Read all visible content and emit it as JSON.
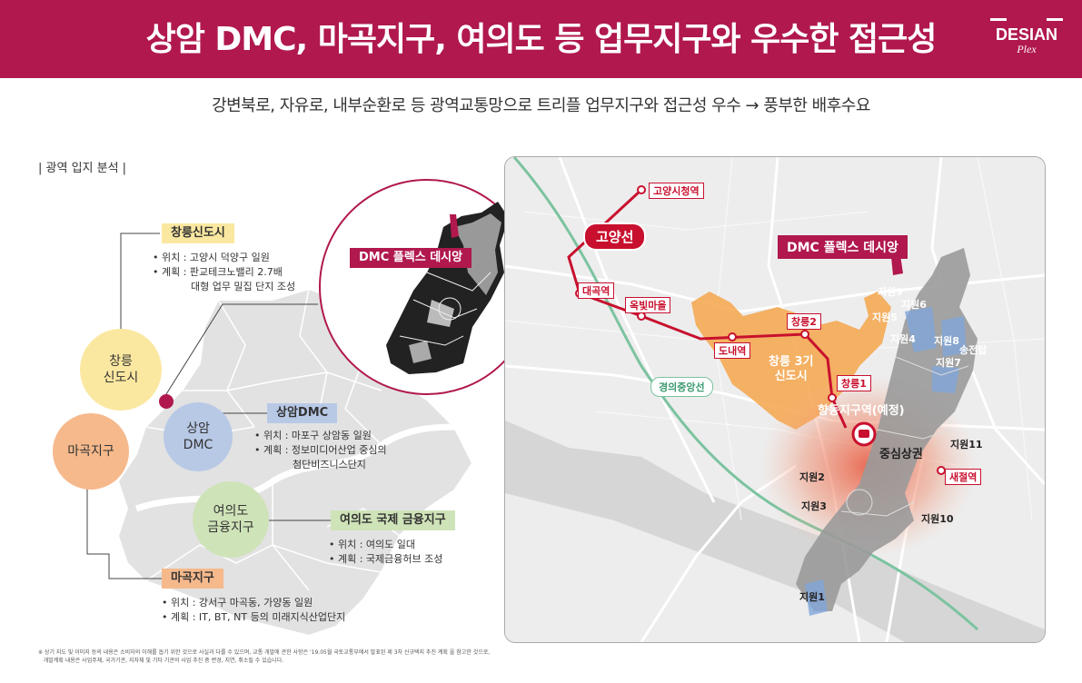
{
  "header": {
    "title": "상암 DMC, 마곡지구, 여의도 등 업무지구와 우수한 접근성",
    "logo_main": "DESIAN",
    "logo_sub": "Plex",
    "bg_color": "#b0184e"
  },
  "subtitle": "강변북로, 자유로, 내부순환로 등 광역교통망으로 트리플 업무지구와 접근성 우수 → 풍부한 배후수요",
  "section_label": "| 광역 입지 분석 |",
  "left": {
    "inset_label": "DMC 플렉스 데시앙",
    "circles": {
      "changneung": "창릉\n신도시",
      "magok": "마곡지구",
      "sangam": "상암\nDMC",
      "yeouido": "여의도\n금융지구"
    },
    "tags": {
      "changneung": "창릉신도시",
      "sangam": "상암DMC",
      "yeouido": "여의도 국제 금융지구",
      "magok": "마곡지구"
    },
    "info": {
      "changneung": "• 위치 : 고양시 덕양구 일원\n• 계획 : 판교테크노밸리 2.7배\n            대형 업무 밀집 단지 조성",
      "sangam": "• 위치 : 마포구 상암동 일원\n• 계획 : 정보미디어산업 중심의\n            첨단비즈니스단지",
      "yeouido": "• 위치 : 여의도 일대\n• 계획 : 국제금융허브 조성",
      "magok": "• 위치 : 강서구 마곡동, 가양동 일원\n• 계획 : IT, BT, NT 등의 미래지식산업단지"
    }
  },
  "footnote": "※ 상기 지도 및 이미지 등의 내용은 소비자의 이해를 돕기 위한 것으로 사실과 다를 수 있으며, 교통 개발에 관한 사항은 '19.05월 국토교통부에서 발표된 제 3차 신규택지 추진 계획 을 참고한 것으로,\n   개발계획 내용은 사업주체, 국가기관, 지자체 및 기타 기관의 사업 추진 중 변경, 지연, 취소될 수 있습니다.",
  "map": {
    "project_label": "DMC 플렉스 데시앙",
    "gy_line": "고양선",
    "gyeongui_line": "경의중앙선",
    "newtown": "창릉 3기\n신도시",
    "hub_station": "향동지구역(예정)",
    "center": "중심상권",
    "stations": [
      "고양시청역",
      "대곡역",
      "옥빛마을",
      "도내역",
      "창릉2",
      "창릉1",
      "새절역"
    ],
    "zones": [
      "지원9",
      "지원6",
      "지원5",
      "지원4",
      "지원8",
      "송전탑",
      "지원7",
      "지원11",
      "지원2",
      "지원3",
      "지원10",
      "지원1"
    ]
  },
  "colors": {
    "accent": "#b0184e",
    "line_red": "#c8102e",
    "newtown_orange": "#f5a54a",
    "yellow_circle": "#fbe8a0",
    "orange_circle": "#f6b98c",
    "blue_circle": "#b8c9e6",
    "green_circle": "#cfe3b8"
  }
}
